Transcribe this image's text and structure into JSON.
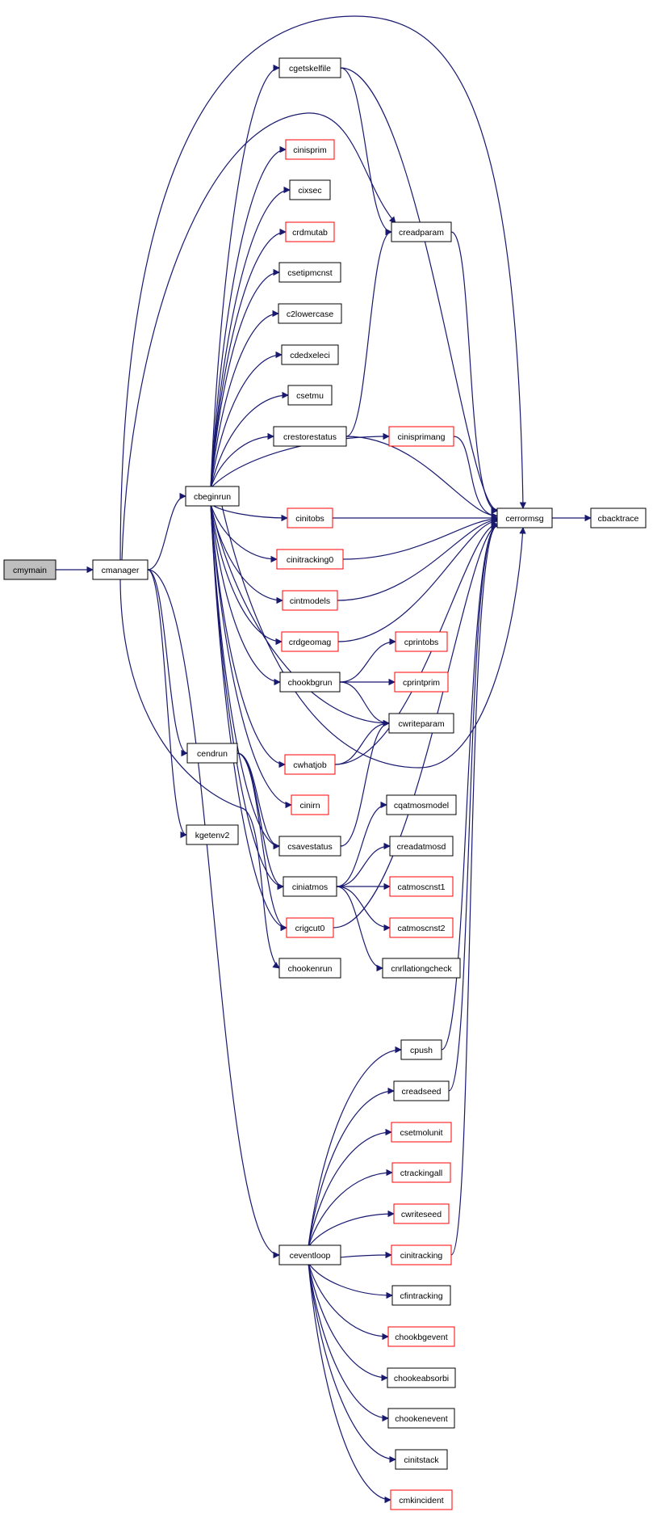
{
  "colors": {
    "edge": "#191970",
    "box_normal": "#000000",
    "box_incomplete": "#ff0000",
    "root_fill": "#bfbfbf",
    "fill": "#ffffff"
  },
  "nodes": [
    {
      "id": "cmymain",
      "label": "cmymain",
      "kind": "root"
    },
    {
      "id": "cmanager",
      "label": "cmanager",
      "kind": "normal"
    },
    {
      "id": "cbeginrun",
      "label": "cbeginrun",
      "kind": "normal"
    },
    {
      "id": "cendrun",
      "label": "cendrun",
      "kind": "normal"
    },
    {
      "id": "kgetenv2",
      "label": "kgetenv2",
      "kind": "normal"
    },
    {
      "id": "ceventloop",
      "label": "ceventloop",
      "kind": "normal"
    },
    {
      "id": "cgetskelfile",
      "label": "cgetskelfile",
      "kind": "normal"
    },
    {
      "id": "cinisprim",
      "label": "cinisprim",
      "kind": "incomplete"
    },
    {
      "id": "cixsec",
      "label": "cixsec",
      "kind": "normal"
    },
    {
      "id": "crdmutab",
      "label": "crdmutab",
      "kind": "incomplete"
    },
    {
      "id": "csetipmcnst",
      "label": "csetipmcnst",
      "kind": "normal"
    },
    {
      "id": "c2lowercase",
      "label": "c2lowercase",
      "kind": "normal"
    },
    {
      "id": "cdedxeleci",
      "label": "cdedxeleci",
      "kind": "normal"
    },
    {
      "id": "csetmu",
      "label": "csetmu",
      "kind": "normal"
    },
    {
      "id": "crestorestatus",
      "label": "crestorestatus",
      "kind": "normal"
    },
    {
      "id": "cinitobs",
      "label": "cinitobs",
      "kind": "incomplete"
    },
    {
      "id": "cinitracking0",
      "label": "cinitracking0",
      "kind": "incomplete"
    },
    {
      "id": "cintmodels",
      "label": "cintmodels",
      "kind": "incomplete"
    },
    {
      "id": "crdgeomag",
      "label": "crdgeomag",
      "kind": "incomplete"
    },
    {
      "id": "chookbgrun",
      "label": "chookbgrun",
      "kind": "normal"
    },
    {
      "id": "cwhatjob",
      "label": "cwhatjob",
      "kind": "incomplete"
    },
    {
      "id": "cinirn",
      "label": "cinirn",
      "kind": "incomplete"
    },
    {
      "id": "csavestatus",
      "label": "csavestatus",
      "kind": "normal"
    },
    {
      "id": "ciniatmos",
      "label": "ciniatmos",
      "kind": "normal"
    },
    {
      "id": "crigcut0",
      "label": "crigcut0",
      "kind": "incomplete"
    },
    {
      "id": "chookenrun",
      "label": "chookenrun",
      "kind": "normal"
    },
    {
      "id": "creadparam",
      "label": "creadparam",
      "kind": "normal"
    },
    {
      "id": "cinisprimang",
      "label": "cinisprimang",
      "kind": "incomplete"
    },
    {
      "id": "cerrormsg",
      "label": "cerrormsg",
      "kind": "normal"
    },
    {
      "id": "cbacktrace",
      "label": "cbacktrace",
      "kind": "normal"
    },
    {
      "id": "cprintobs",
      "label": "cprintobs",
      "kind": "incomplete"
    },
    {
      "id": "cprintprim",
      "label": "cprintprim",
      "kind": "incomplete"
    },
    {
      "id": "cwriteparam",
      "label": "cwriteparam",
      "kind": "normal"
    },
    {
      "id": "cqatmosmodel",
      "label": "cqatmosmodel",
      "kind": "normal"
    },
    {
      "id": "creadatmosd",
      "label": "creadatmosd",
      "kind": "normal"
    },
    {
      "id": "catmoscnst1",
      "label": "catmoscnst1",
      "kind": "incomplete"
    },
    {
      "id": "catmoscnst2",
      "label": "catmoscnst2",
      "kind": "incomplete"
    },
    {
      "id": "cnrllationgcheck",
      "label": "cnrllationgcheck",
      "kind": "normal"
    },
    {
      "id": "cpush",
      "label": "cpush",
      "kind": "normal"
    },
    {
      "id": "creadseed",
      "label": "creadseed",
      "kind": "normal"
    },
    {
      "id": "csetmolunit",
      "label": "csetmolunit",
      "kind": "incomplete"
    },
    {
      "id": "ctrackingall",
      "label": "ctrackingall",
      "kind": "incomplete"
    },
    {
      "id": "cwriteseed",
      "label": "cwriteseed",
      "kind": "incomplete"
    },
    {
      "id": "cinitracking",
      "label": "cinitracking",
      "kind": "incomplete"
    },
    {
      "id": "cfintracking",
      "label": "cfintracking",
      "kind": "normal"
    },
    {
      "id": "chookbgevent",
      "label": "chookbgevent",
      "kind": "incomplete"
    },
    {
      "id": "chookeabsorbi",
      "label": "chookeabsorbi",
      "kind": "normal"
    },
    {
      "id": "chookenevent",
      "label": "chookenevent",
      "kind": "normal"
    },
    {
      "id": "cinitstack",
      "label": "cinitstack",
      "kind": "normal"
    },
    {
      "id": "cmkincident",
      "label": "cmkincident",
      "kind": "incomplete"
    }
  ],
  "edges": [
    [
      "cmymain",
      "cmanager"
    ],
    [
      "cmanager",
      "cbeginrun"
    ],
    [
      "cmanager",
      "cendrun"
    ],
    [
      "cmanager",
      "kgetenv2"
    ],
    [
      "cmanager",
      "ceventloop"
    ],
    [
      "cmanager",
      "cerrormsg"
    ],
    [
      "cmanager",
      "creadparam"
    ],
    [
      "cmanager",
      "chookenrun"
    ],
    [
      "cbeginrun",
      "cgetskelfile"
    ],
    [
      "cbeginrun",
      "cinisprim"
    ],
    [
      "cbeginrun",
      "cixsec"
    ],
    [
      "cbeginrun",
      "crdmutab"
    ],
    [
      "cbeginrun",
      "csetipmcnst"
    ],
    [
      "cbeginrun",
      "c2lowercase"
    ],
    [
      "cbeginrun",
      "cdedxeleci"
    ],
    [
      "cbeginrun",
      "csetmu"
    ],
    [
      "cbeginrun",
      "crestorestatus"
    ],
    [
      "cbeginrun",
      "cinisprimang"
    ],
    [
      "cbeginrun",
      "cinitobs"
    ],
    [
      "cbeginrun",
      "cinitracking0"
    ],
    [
      "cbeginrun",
      "cintmodels"
    ],
    [
      "cbeginrun",
      "crdgeomag"
    ],
    [
      "cbeginrun",
      "chookbgrun"
    ],
    [
      "cbeginrun",
      "cwriteparam"
    ],
    [
      "cbeginrun",
      "cwhatjob"
    ],
    [
      "cbeginrun",
      "cinirn"
    ],
    [
      "cbeginrun",
      "csavestatus"
    ],
    [
      "cbeginrun",
      "ciniatmos"
    ],
    [
      "cbeginrun",
      "crigcut0"
    ],
    [
      "cbeginrun",
      "cerrormsg"
    ],
    [
      "cgetskelfile",
      "creadparam"
    ],
    [
      "cgetskelfile",
      "cerrormsg"
    ],
    [
      "creadparam",
      "cerrormsg"
    ],
    [
      "crestorestatus",
      "creadparam"
    ],
    [
      "crestorestatus",
      "cerrormsg"
    ],
    [
      "cinisprimang",
      "cerrormsg"
    ],
    [
      "cinitobs",
      "cerrormsg"
    ],
    [
      "cinitracking0",
      "cerrormsg"
    ],
    [
      "cintmodels",
      "cerrormsg"
    ],
    [
      "crdgeomag",
      "cerrormsg"
    ],
    [
      "cerrormsg",
      "cbacktrace"
    ],
    [
      "chookbgrun",
      "cprintobs"
    ],
    [
      "chookbgrun",
      "cprintprim"
    ],
    [
      "chookbgrun",
      "cwriteparam"
    ],
    [
      "cwhatjob",
      "cwriteparam"
    ],
    [
      "cwhatjob",
      "cerrormsg"
    ],
    [
      "csavestatus",
      "cwriteparam"
    ],
    [
      "ciniatmos",
      "cqatmosmodel"
    ],
    [
      "ciniatmos",
      "creadatmosd"
    ],
    [
      "ciniatmos",
      "catmoscnst1"
    ],
    [
      "ciniatmos",
      "catmoscnst2"
    ],
    [
      "ciniatmos",
      "cnrllationgcheck"
    ],
    [
      "crigcut0",
      "cerrormsg"
    ],
    [
      "cendrun",
      "csavestatus"
    ],
    [
      "cendrun",
      "ciniatmos"
    ],
    [
      "cendrun",
      "crigcut0"
    ],
    [
      "ceventloop",
      "cpush"
    ],
    [
      "ceventloop",
      "creadseed"
    ],
    [
      "ceventloop",
      "csetmolunit"
    ],
    [
      "ceventloop",
      "ctrackingall"
    ],
    [
      "ceventloop",
      "cwriteseed"
    ],
    [
      "ceventloop",
      "cinitracking"
    ],
    [
      "ceventloop",
      "cfintracking"
    ],
    [
      "ceventloop",
      "chookbgevent"
    ],
    [
      "ceventloop",
      "chookeabsorbi"
    ],
    [
      "ceventloop",
      "chookenevent"
    ],
    [
      "ceventloop",
      "cinitstack"
    ],
    [
      "ceventloop",
      "cmkincident"
    ],
    [
      "cpush",
      "cerrormsg"
    ],
    [
      "creadseed",
      "cerrormsg"
    ],
    [
      "cinitracking",
      "cerrormsg"
    ]
  ]
}
